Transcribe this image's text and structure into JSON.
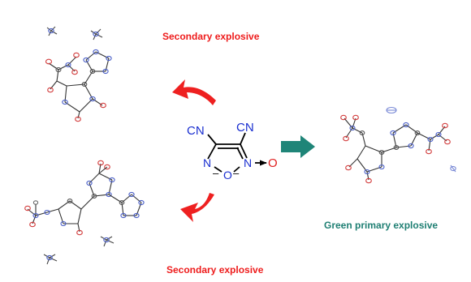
{
  "labels": {
    "top": "Secondary explosive",
    "bottom": "Secondary explosive",
    "right": "Green primary explosive"
  },
  "molecule": {
    "cn_left": "CN",
    "cn_right": "CN",
    "ring_n1": "N",
    "ring_o": "O",
    "ring_n2": "N",
    "exo_o": "O"
  },
  "colors": {
    "secondary_label": "#ee1c1c",
    "green_label": "#1f7f73",
    "secondary_arrow": "#ee2020",
    "green_arrow": "#1f8578",
    "nitrogen": "#1a2fd0",
    "oxygen": "#e02020",
    "bond": "#000000",
    "ortep_nitrogen": "#4a5fc8",
    "ortep_oxygen": "#d23a3a",
    "ortep_carbon": "#555555"
  },
  "icons": {
    "arrow_up_left": "curved-arrow-icon",
    "arrow_down_left": "curved-arrow-icon",
    "arrow_right": "arrow-right-icon"
  }
}
